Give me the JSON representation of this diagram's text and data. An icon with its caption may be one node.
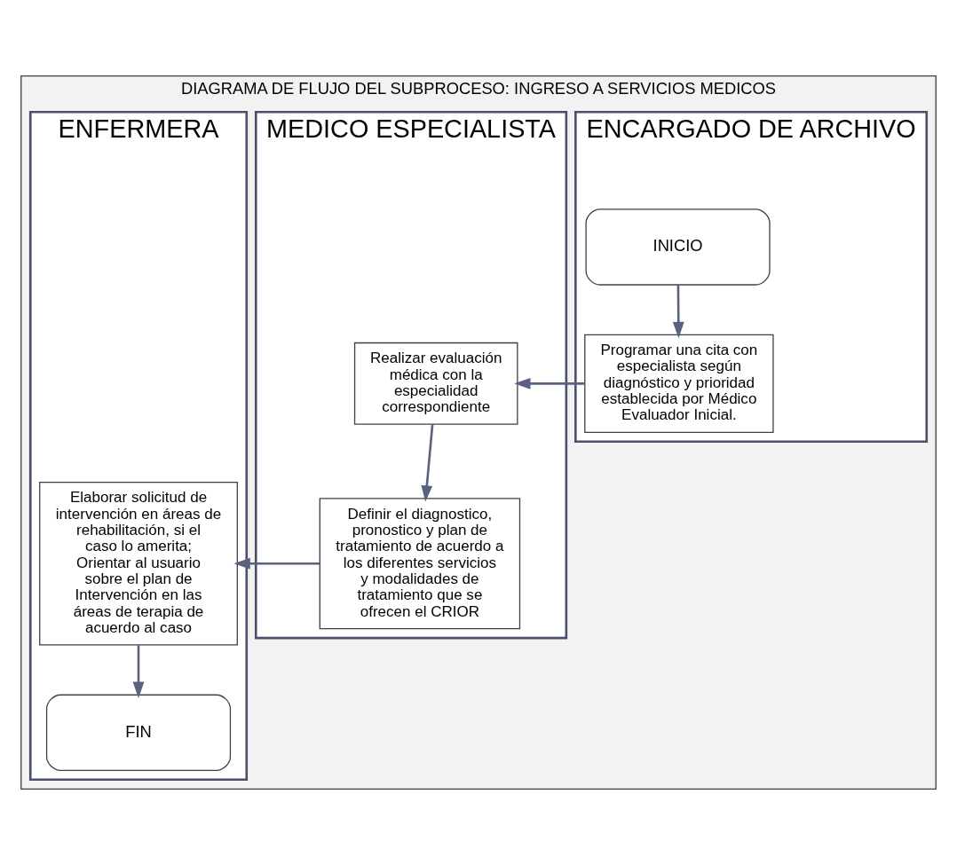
{
  "diagram": {
    "nodes": [
      {
        "text": [
          "DIAGRAMA DE FLUJO DEL SUBPROCESO: INGRESO A SERVICIOS MEDICOS"
        ]
      },
      {
        "text": [
          "ENCARGADO DE ARCHIVO"
        ],
        "in": 0
      },
      {
        "text": [
          "INICIO"
        ],
        "in": 1
      },
      {
        "text": [
          "Programar una cita con especialista según diagnóstico y prioridad establecida por Médico Evaluador Inicial."
        ],
        "in": 1
      },
      {
        "text": [
          "MEDICO ESPECIALISTA"
        ],
        "in": 0
      },
      {
        "text": [
          "Realizar evaluación médica con la especialidad correspondiente"
        ],
        "in": 4
      },
      {
        "text": [
          "Definir el diagnostico, pronostico y plan de tratamiento de acuerdo a los diferentes servicios y modalidades de tratamiento que se ofrecen el CRIOR"
        ],
        "in": 4
      },
      {
        "text": [
          "ENFERMERA"
        ],
        "in": 0
      },
      {
        "text": [
          "Elaborar solicitud de intervención en áreas de rehabilitación, si el caso lo amerita; Orientar al usuario sobre el plan de Intervención en las áreas de terapia de acuerdo al caso"
        ],
        "in": 7
      },
      {
        "text": [
          "FIN"
        ],
        "in": 7
      }
    ],
    "edges": [
      {
        "from": 2,
        "to": 3,
        "arrow": "to"
      },
      {
        "from": 3,
        "to": 5,
        "arrow": "to"
      },
      {
        "from": 5,
        "to": 6,
        "arrow": "to"
      },
      {
        "from": 6,
        "to": 8,
        "arrow": "to"
      },
      {
        "from": 8,
        "to": 9,
        "arrow": "to"
      }
    ]
  }
}
